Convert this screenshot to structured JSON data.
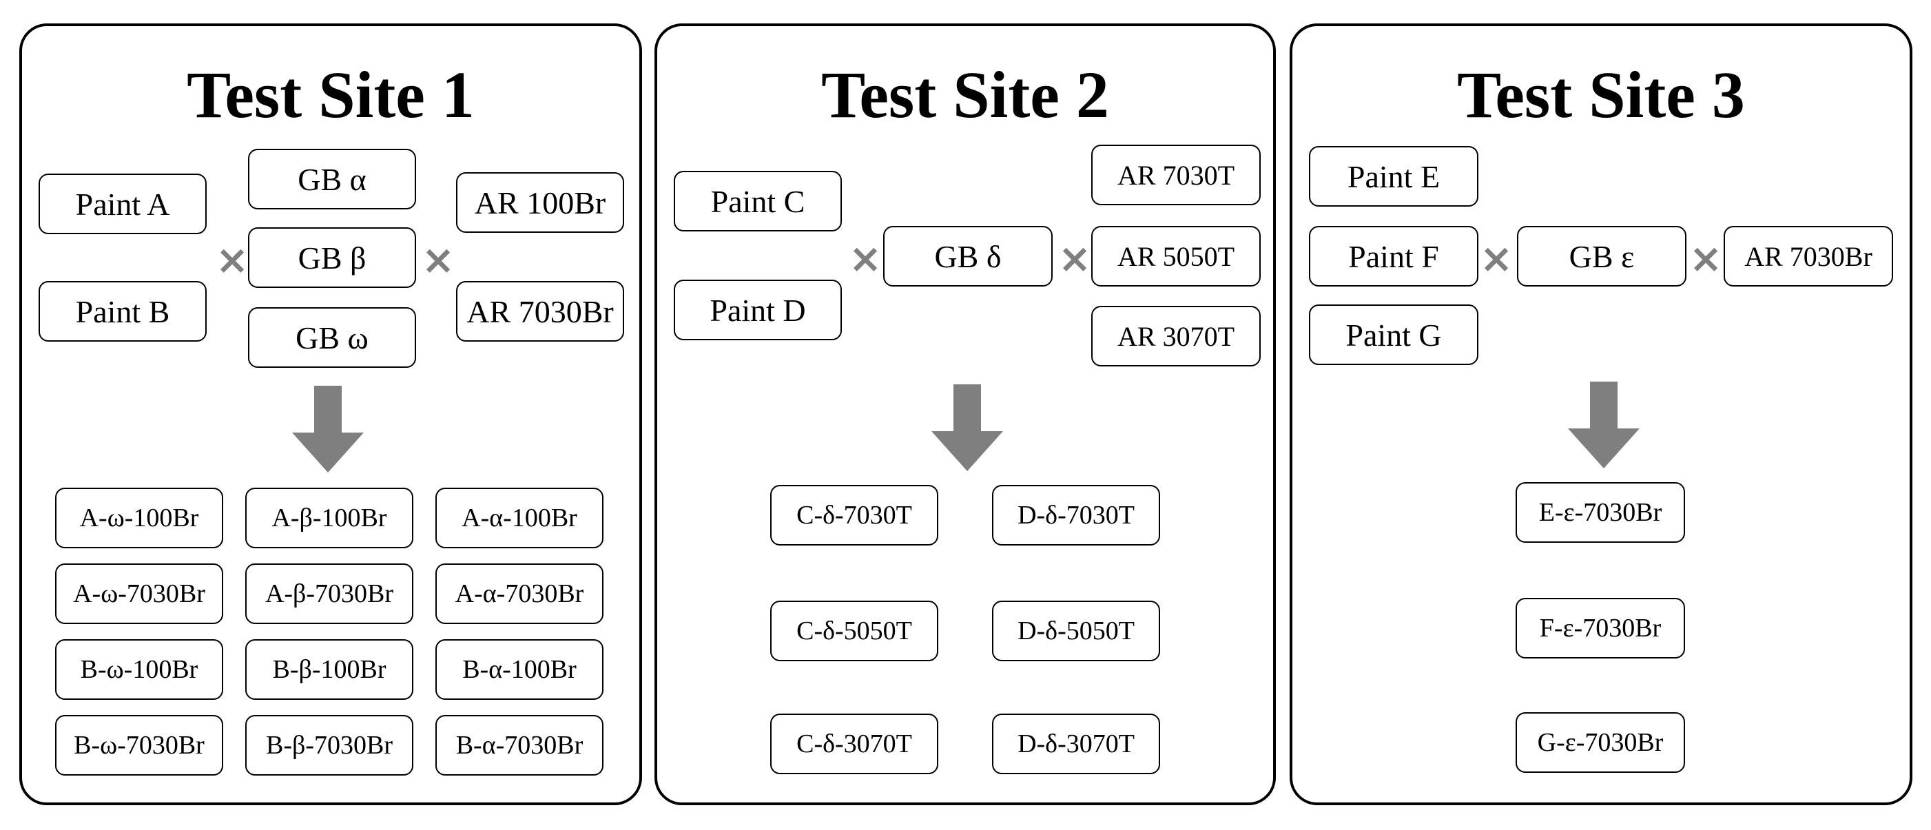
{
  "operator_symbol": "×",
  "icons": {
    "operator": "multiply-icon",
    "flow": "down-arrow-icon"
  },
  "colors": {
    "border": "#000000",
    "operator": "#7f7f7f",
    "arrow": "#7f7f7f"
  },
  "sites": [
    {
      "title": "Test Site 1",
      "paints": [
        "Paint A",
        "Paint B"
      ],
      "glass_beads": [
        "GB α",
        "GB β",
        "GB ω"
      ],
      "ar": [
        "AR 100Br",
        "AR 7030Br"
      ],
      "outputs": [
        [
          "A-ω-100Br",
          "A-β-100Br",
          "A-α-100Br"
        ],
        [
          "A-ω-7030Br",
          "A-β-7030Br",
          "A-α-7030Br"
        ],
        [
          "B-ω-100Br",
          "B-β-100Br",
          "B-α-100Br"
        ],
        [
          "B-ω-7030Br",
          "B-β-7030Br",
          "B-α-7030Br"
        ]
      ]
    },
    {
      "title": "Test Site 2",
      "paints": [
        "Paint C",
        "Paint D"
      ],
      "glass_beads": [
        "GB δ"
      ],
      "ar": [
        "AR 7030T",
        "AR 5050T",
        "AR 3070T"
      ],
      "outputs": [
        [
          "C-δ-7030T",
          "D-δ-7030T"
        ],
        [
          "C-δ-5050T",
          "D-δ-5050T"
        ],
        [
          "C-δ-3070T",
          "D-δ-3070T"
        ]
      ]
    },
    {
      "title": "Test Site 3",
      "paints": [
        "Paint E",
        "Paint F",
        "Paint G"
      ],
      "glass_beads": [
        "GB ε"
      ],
      "ar": [
        "AR 7030Br"
      ],
      "outputs": [
        [
          "E-ε-7030Br"
        ],
        [
          "F-ε-7030Br"
        ],
        [
          "G-ε-7030Br"
        ]
      ]
    }
  ]
}
